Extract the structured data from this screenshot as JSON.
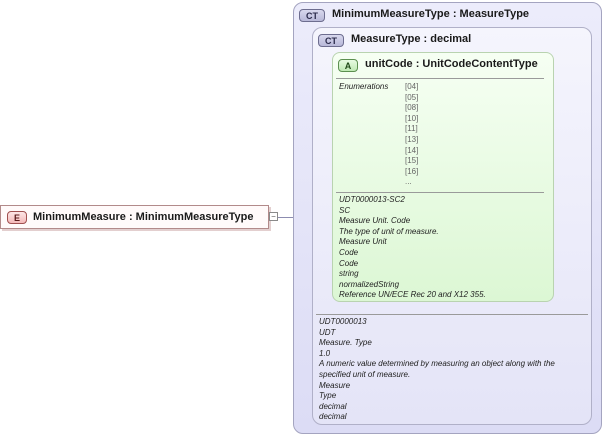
{
  "element": {
    "badge": "E",
    "label": "MinimumMeasure : MinimumMeasureType",
    "expander": "−"
  },
  "outer_type": {
    "badge": "CT",
    "label": "MinimumMeasureType : MeasureType",
    "doc": [
      "UDT0000013",
      "UDT",
      "Measure. Type",
      "1.0",
      "A numeric value determined by measuring an object along with the",
      "specified unit of measure.",
      "Measure",
      "Type",
      "decimal",
      "decimal"
    ]
  },
  "inner_type": {
    "badge": "CT",
    "label": "MeasureType : decimal"
  },
  "attribute": {
    "badge": "A",
    "label": "unitCode : UnitCodeContentType",
    "enum_heading": "Enumerations",
    "enum_values": [
      "[04]",
      "[05]",
      "[08]",
      "[10]",
      "[11]",
      "[13]",
      "[14]",
      "[15]",
      "[16]",
      "..."
    ],
    "doc": [
      "UDT0000013-SC2",
      "SC",
      "Measure Unit. Code",
      "The type of unit of measure.",
      "Measure Unit",
      "Code",
      "Code",
      "string",
      "normalizedString",
      "Reference UN/ECE Rec 20 and X12 355."
    ]
  },
  "colors": {
    "complex_type_fill": "#e4e4f7",
    "attribute_fill": "#dcf7d4",
    "element_badge_fill": "#f4b9b9"
  }
}
